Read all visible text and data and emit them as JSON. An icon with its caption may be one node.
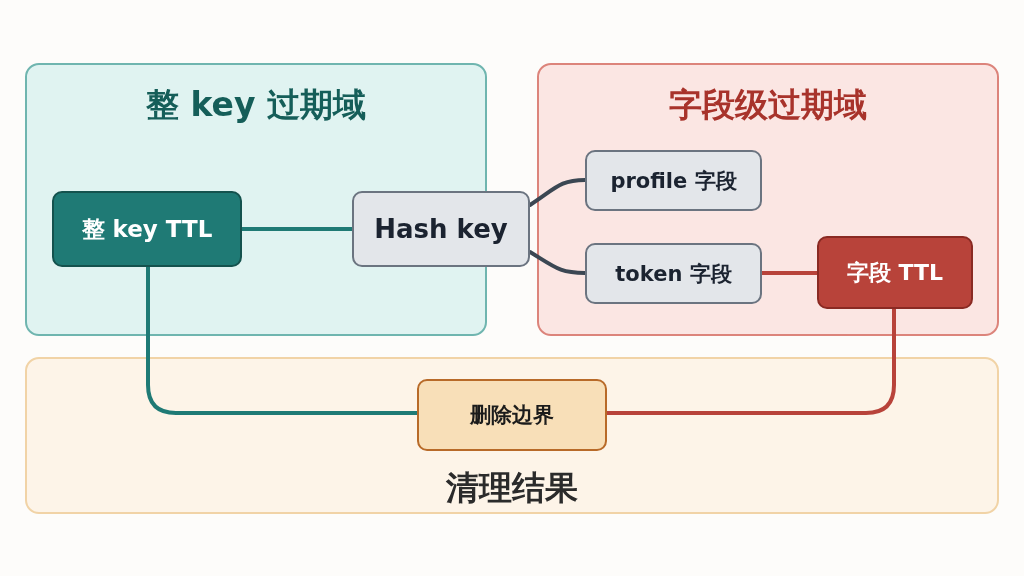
{
  "diagram": {
    "nodes": [
      {
        "text": [
          "整 key 过期域"
        ]
      },
      {
        "text": [
          "字段级过期域"
        ]
      },
      {
        "text": [
          "清理结果"
        ]
      },
      {
        "text": [
          "整 key TTL"
        ],
        "in": 0
      },
      {
        "text": [
          "Hash key"
        ]
      },
      {
        "text": [
          "profile 字段"
        ],
        "in": 1
      },
      {
        "text": [
          "token 字段"
        ],
        "in": 1
      },
      {
        "text": [
          "字段 TTL"
        ],
        "in": 1
      },
      {
        "text": [
          "删除边界"
        ],
        "in": 2
      }
    ],
    "edges": [
      {
        "from": 3,
        "to": 4,
        "arrow": "none",
        "color": "#1f7a75"
      },
      {
        "from": 4,
        "to": 5,
        "arrow": "none",
        "color": "#3b4753"
      },
      {
        "from": 4,
        "to": 6,
        "arrow": "none",
        "color": "#3b4753"
      },
      {
        "from": 6,
        "to": 7,
        "arrow": "none",
        "color": "#b8433a"
      },
      {
        "from": 3,
        "to": 8,
        "arrow": "none",
        "color": "#1f7a75"
      },
      {
        "from": 7,
        "to": 8,
        "arrow": "none",
        "color": "#b8433a"
      }
    ]
  }
}
